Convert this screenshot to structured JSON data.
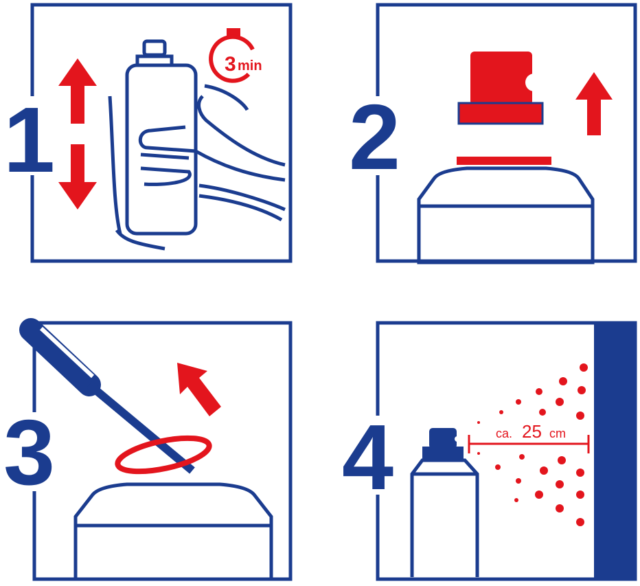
{
  "colors": {
    "blue": "#1b3c8f",
    "red": "#e3151d"
  },
  "steps": [
    {
      "number": "1",
      "timer": {
        "value": "3",
        "unit": "min"
      }
    },
    {
      "number": "2"
    },
    {
      "number": "3"
    },
    {
      "number": "4",
      "distance": {
        "prefix": "ca.",
        "value": "25",
        "unit": "cm"
      }
    }
  ]
}
